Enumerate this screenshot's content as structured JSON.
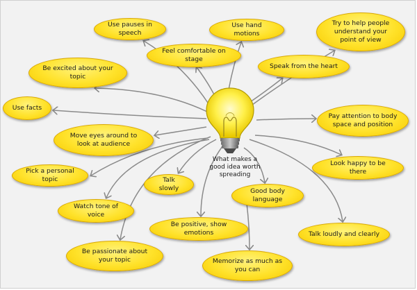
{
  "center": {
    "label": "What makes a good idea worth spreading"
  },
  "nodes": [
    {
      "id": "pauses",
      "label": "Use pauses in speech"
    },
    {
      "id": "hand",
      "label": "Use hand motions"
    },
    {
      "id": "help",
      "label": "Try to help people understand your point of view"
    },
    {
      "id": "comfortable",
      "label": "Feel comfortable on stage"
    },
    {
      "id": "excited",
      "label": "Be excited about your topic"
    },
    {
      "id": "heart",
      "label": "Speak from the heart"
    },
    {
      "id": "facts",
      "label": "Use facts"
    },
    {
      "id": "attention",
      "label": "Pay attention to body space and position"
    },
    {
      "id": "eyes",
      "label": "Move eyes around to look at audience"
    },
    {
      "id": "happy",
      "label": "Look happy to be there"
    },
    {
      "id": "personal",
      "label": "Pick a personal topic"
    },
    {
      "id": "slowly",
      "label": "Talk slowly"
    },
    {
      "id": "body",
      "label": "Good body language"
    },
    {
      "id": "tone",
      "label": "Watch tone of voice"
    },
    {
      "id": "positive",
      "label": "Be positive, show emotions"
    },
    {
      "id": "loudly",
      "label": "Talk loudly and clearly"
    },
    {
      "id": "passionate",
      "label": "Be passionate about your topic"
    },
    {
      "id": "memorize",
      "label": "Memorize as much as you can"
    }
  ],
  "colors": {
    "bubble": "#ffe22a",
    "bubble_border": "#d9a800",
    "arrow": "#8a8a8a",
    "background": "#f2f2f2"
  }
}
